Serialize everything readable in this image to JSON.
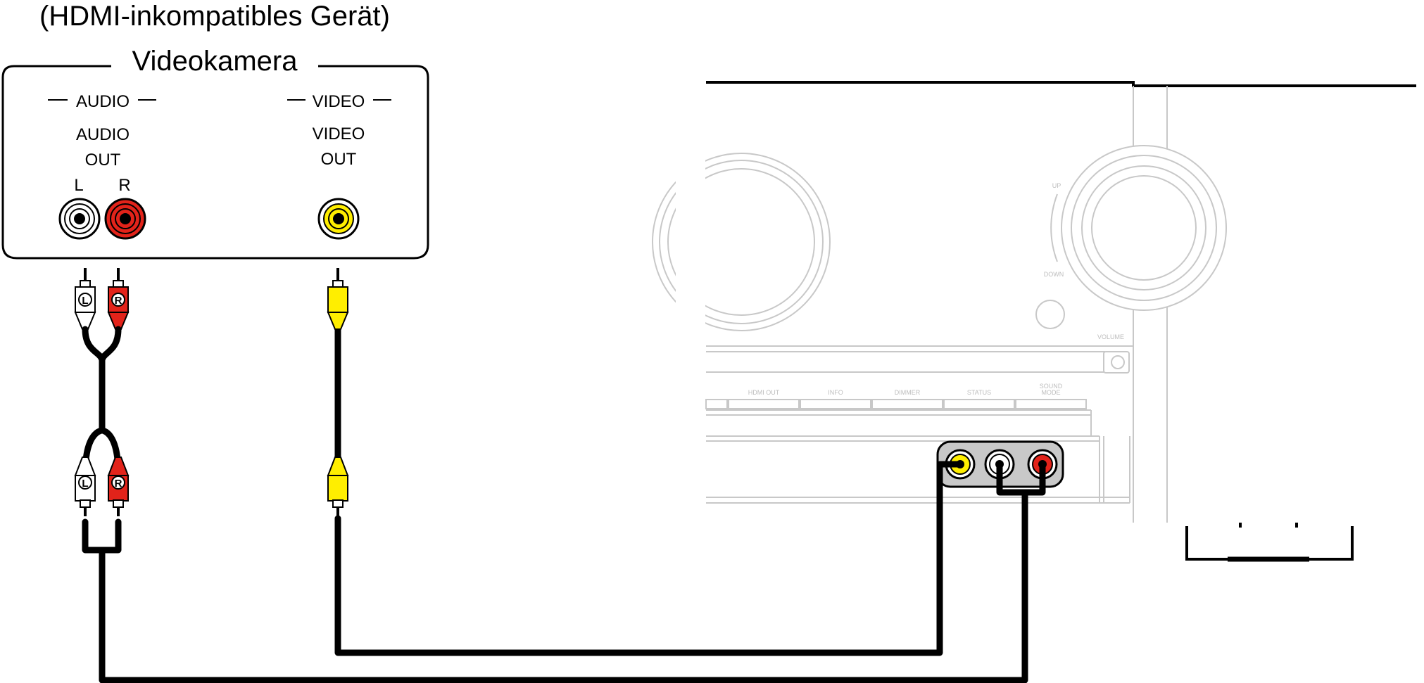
{
  "camera": {
    "note": "(HDMI-inkompatibles Gerät)",
    "name": "Videokamera",
    "audio_group": "AUDIO",
    "video_group": "VIDEO",
    "audio_out_line1": "AUDIO",
    "audio_out_line2": "OUT",
    "video_out_line1": "VIDEO",
    "video_out_line2": "OUT",
    "left_label": "L",
    "right_label": "R"
  },
  "plugs": {
    "left": "L",
    "right": "R"
  },
  "receiver": {
    "volume_label": "VOLUME",
    "up_label": "UP",
    "down_label": "DOWN",
    "buttons": [
      "HDMI OUT",
      "INFO",
      "DIMMER",
      "STATUS"
    ],
    "sound_mode_line1": "SOUND",
    "sound_mode_line2": "MODE"
  },
  "colors": {
    "video": "#ffee00",
    "audio_right": "#e2231a",
    "audio_left": "#ffffff",
    "cable": "#000000",
    "panel_line": "#c8c8c8"
  }
}
